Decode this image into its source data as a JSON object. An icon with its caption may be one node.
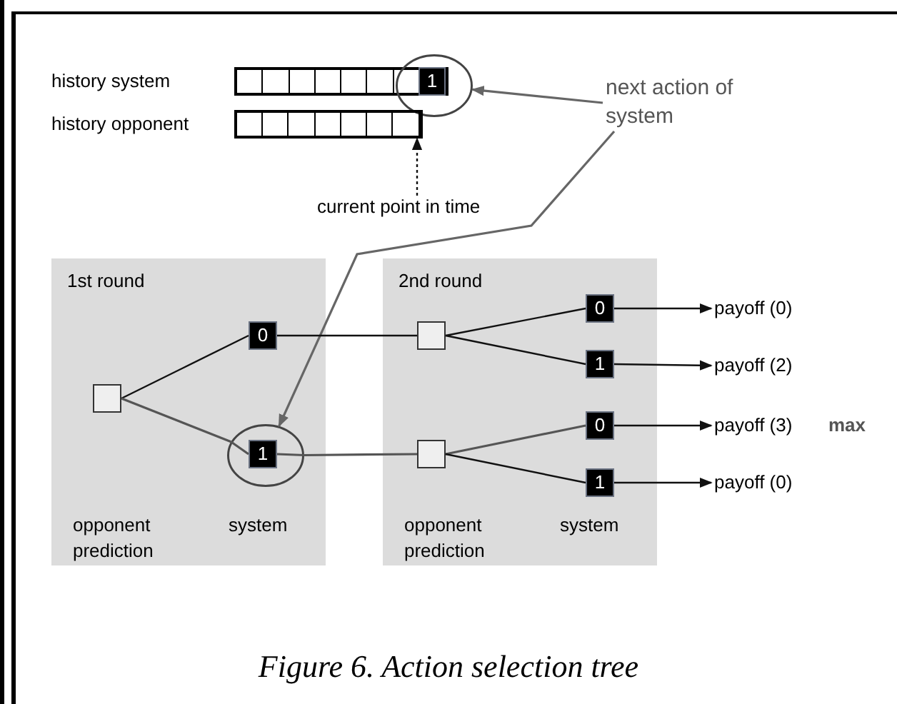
{
  "diagram": {
    "caption": "Figure 6. Action selection tree",
    "nodes": [
      {
        "text": [
          "history system"
        ]
      },
      {
        "text": [
          "1"
        ]
      },
      {
        "text": [],
        "shape": "circle"
      },
      {
        "text": [
          "history opponent"
        ]
      },
      {
        "text": [
          "current point in time"
        ]
      },
      {
        "text": [
          "next action of system"
        ]
      },
      {
        "text": [
          "1st round",
          "opponent prediction",
          "system"
        ]
      },
      {
        "text": [],
        "shape": "box",
        "in": 6
      },
      {
        "text": [
          "0"
        ],
        "in": 6
      },
      {
        "text": [],
        "shape": "circle",
        "in": 6
      },
      {
        "text": [
          "1"
        ],
        "in": 9
      },
      {
        "text": [
          "2nd round",
          "opponent prediction",
          "system"
        ]
      },
      {
        "text": [],
        "shape": "box",
        "in": 11
      },
      {
        "text": [],
        "shape": "box",
        "in": 11
      },
      {
        "text": [
          "0"
        ],
        "in": 11
      },
      {
        "text": [
          "1"
        ],
        "in": 11
      },
      {
        "text": [
          "0"
        ],
        "in": 11
      },
      {
        "text": [
          "1"
        ],
        "in": 11
      },
      {
        "text": [
          "payoff (0)"
        ]
      },
      {
        "text": [
          "payoff (2)"
        ]
      },
      {
        "text": [
          "payoff (3)"
        ],
        "beside": [
          "max"
        ]
      },
      {
        "text": [
          "payoff (0)"
        ]
      }
    ],
    "edges": [
      {
        "from": 4,
        "to": 3,
        "arrow": "to",
        "style": "dashed"
      },
      {
        "from": 5,
        "to": 2,
        "arrow": "to",
        "color": "#666666"
      },
      {
        "from": 5,
        "to": 9,
        "arrow": "to",
        "color": "#666666"
      },
      {
        "from": 7,
        "to": 8,
        "arrow": "none"
      },
      {
        "from": 7,
        "to": 9,
        "arrow": "none",
        "color": "#555555"
      },
      {
        "from": 8,
        "to": 12,
        "arrow": "none"
      },
      {
        "from": 9,
        "to": 13,
        "arrow": "none",
        "color": "#555555"
      },
      {
        "from": 12,
        "to": 14,
        "arrow": "none"
      },
      {
        "from": 12,
        "to": 15,
        "arrow": "none"
      },
      {
        "from": 13,
        "to": 16,
        "arrow": "none",
        "color": "#555555"
      },
      {
        "from": 13,
        "to": 17,
        "arrow": "none"
      },
      {
        "from": 14,
        "to": 18,
        "arrow": "to"
      },
      {
        "from": 15,
        "to": 19,
        "arrow": "to"
      },
      {
        "from": 16,
        "to": 20,
        "arrow": "to"
      },
      {
        "from": 17,
        "to": 21,
        "arrow": "to"
      }
    ]
  }
}
